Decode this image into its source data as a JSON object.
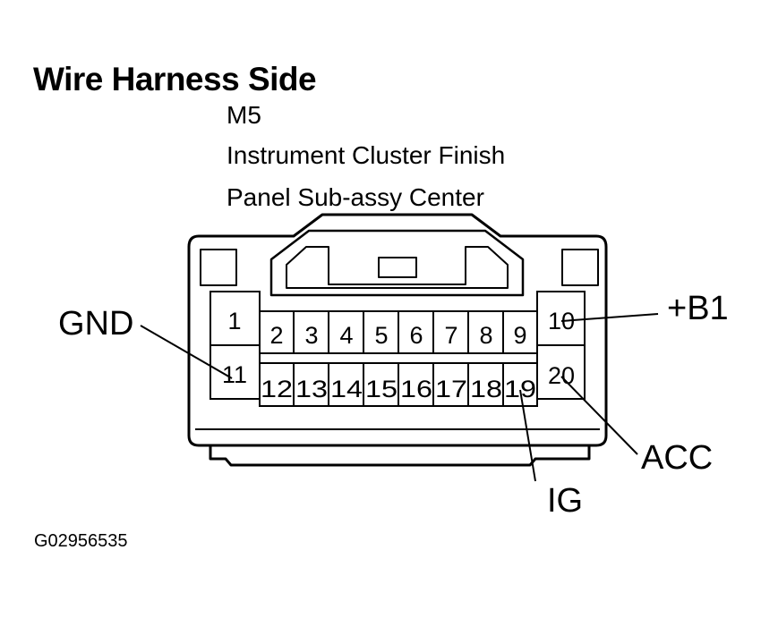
{
  "title": "Wire Harness Side",
  "connector": {
    "code": "M5",
    "name_line1": "Instrument Cluster Finish",
    "name_line2": "Panel Sub-assy Center"
  },
  "pins": {
    "p1": "1",
    "p2": "2",
    "p3": "3",
    "p4": "4",
    "p5": "5",
    "p6": "6",
    "p7": "7",
    "p8": "8",
    "p9": "9",
    "p10": "10",
    "p11": "11",
    "p12": "12",
    "p13": "13",
    "p14": "14",
    "p15": "15",
    "p16": "16",
    "p17": "17",
    "p18": "18",
    "p19": "19",
    "p20": "20"
  },
  "signals": {
    "gnd": "GND",
    "b1": "+B1",
    "acc": "ACC",
    "ig": "IG"
  },
  "figure_id": "G02956535"
}
